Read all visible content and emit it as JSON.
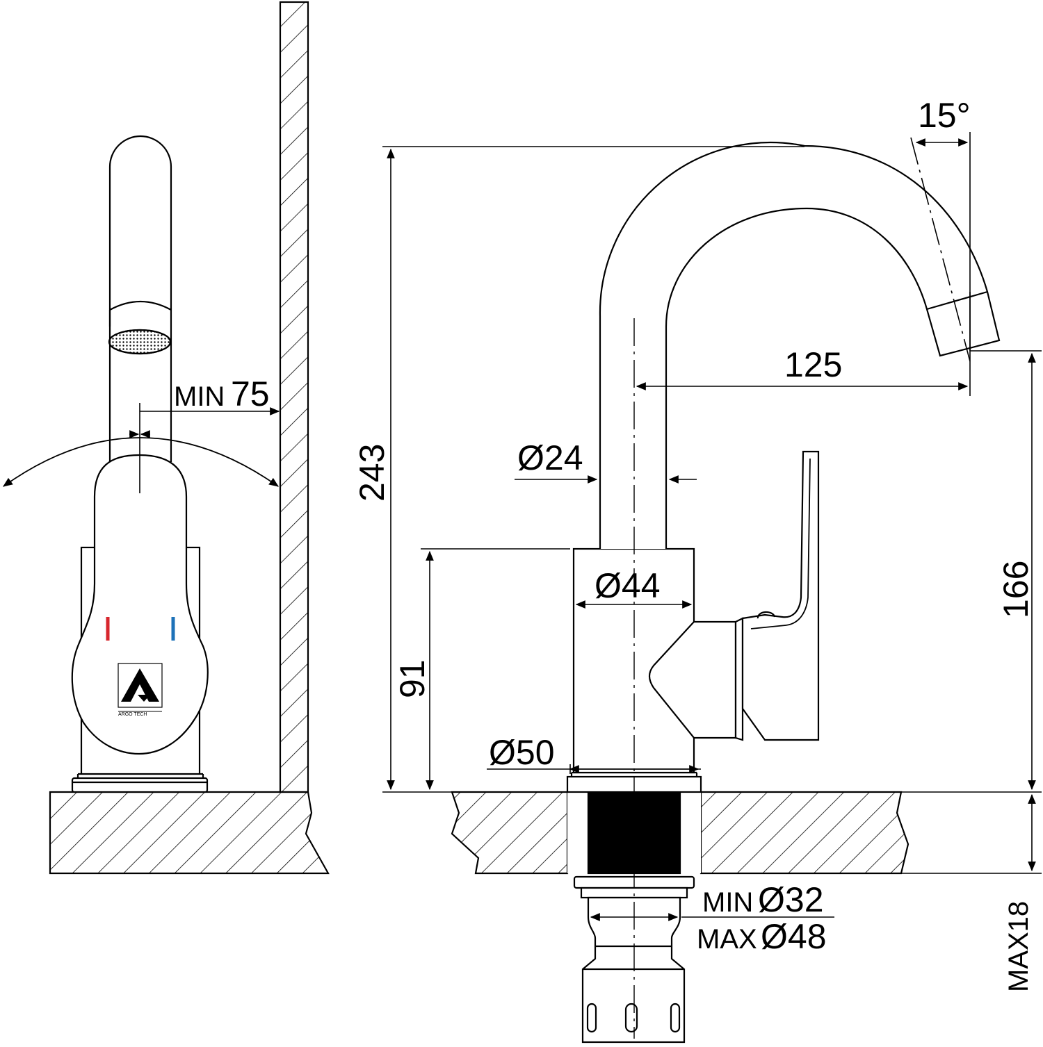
{
  "dimensions": {
    "total_height": "243",
    "spout_reach": "125",
    "spout_diameter": "Ø24",
    "body_diameter": "Ø44",
    "body_height": "91",
    "base_diameter": "Ø50",
    "aerator_height": "166",
    "spout_angle": "15°",
    "wall_clearance_prefix": "MIN",
    "wall_clearance_value": "75",
    "hole_min_prefix": "MIN",
    "hole_min_value": "Ø32",
    "hole_max_prefix": "MAX",
    "hole_max_value": "Ø48",
    "counter_thickness": "MAX18"
  },
  "logo": {
    "brand_text": "ARGO TECH"
  },
  "colors": {
    "line": "#000000",
    "background": "#ffffff",
    "hot_marker": "#d7262d",
    "cold_marker": "#1d72b8"
  }
}
